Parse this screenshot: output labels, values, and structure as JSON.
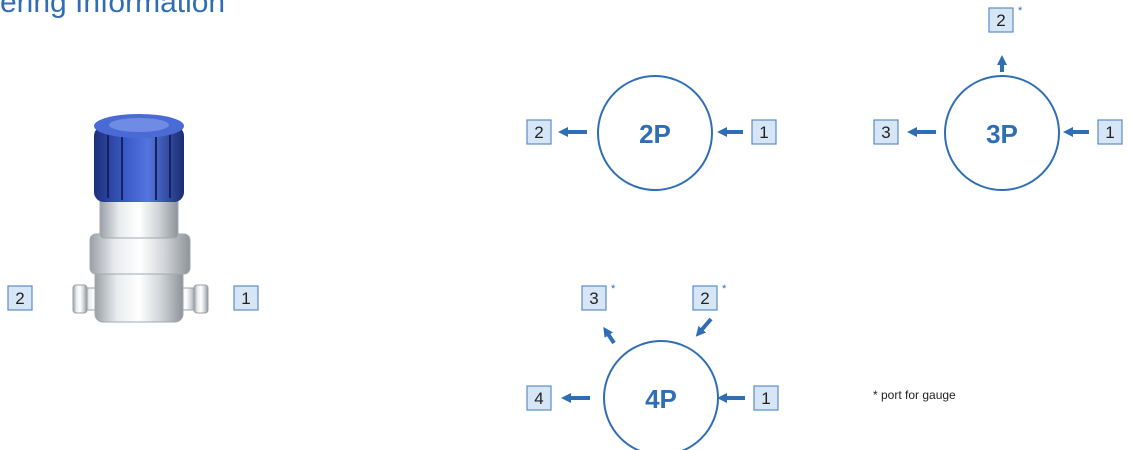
{
  "title": "ering Information",
  "ports": {
    "p1": "1",
    "p2": "2",
    "p3": "3",
    "p4": "4",
    "asterisk": "*"
  },
  "diagrams": {
    "twoP": "2P",
    "threeP": "3P",
    "fourP": "4P"
  },
  "note": "* port for gauge",
  "colors": {
    "accent": "#2f6eb5",
    "port_fill": "#d6e6f7",
    "port_border": "#5c8cc4"
  }
}
